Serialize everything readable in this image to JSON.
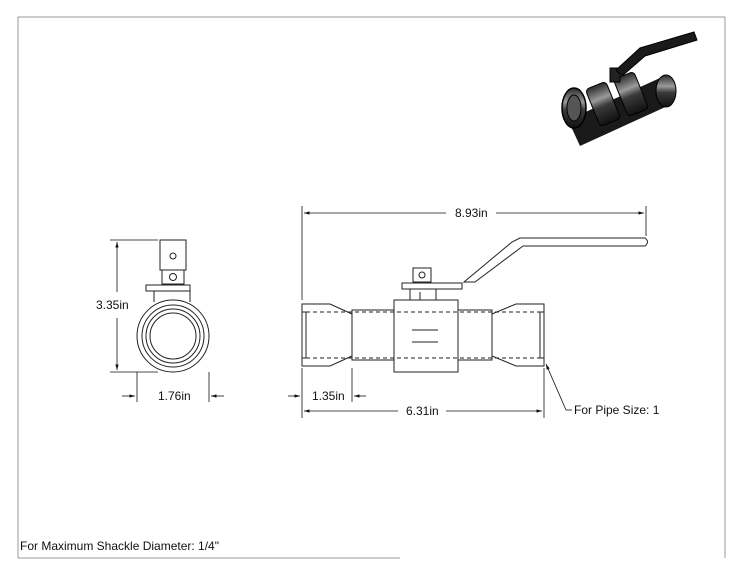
{
  "dimensions": {
    "overall_length": "8.93in",
    "height": "3.35in",
    "width": "1.76in",
    "end_length": "1.35in",
    "body_length": "6.31in"
  },
  "callouts": {
    "pipe_size": "For Pipe Size: 1"
  },
  "footer": {
    "note": "For Maximum Shackle Diameter: 1/4\""
  }
}
